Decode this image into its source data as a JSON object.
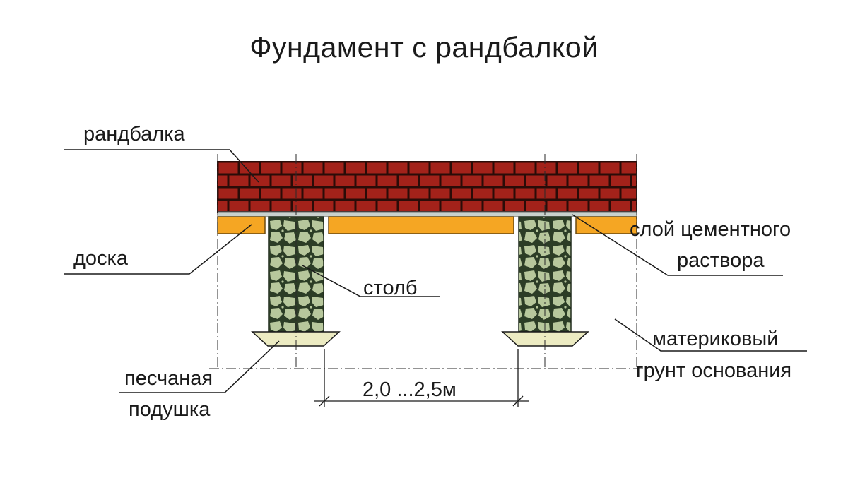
{
  "title": "Фундамент с рандбалкой",
  "labels": {
    "randbalka": "рандбалка",
    "doska": "доска",
    "stolb": "столб",
    "cement_line1": "слой цементного",
    "cement_line2": "раствора",
    "grunt_line1": "материковый",
    "grunt_line2": "грунт основания",
    "sand_line1": "песчаная",
    "sand_line2": "подушка",
    "dimension": "2,0 ...2,5м"
  },
  "colors": {
    "brick": "#a3221a",
    "mortar_joint": "#2a0c08",
    "cement_layer": "#c9d1cd",
    "board": "#f5a623",
    "pillar_stone": "#b7c79c",
    "pillar_dark": "#2c3d26",
    "sand_pad": "#ecebc2"
  }
}
